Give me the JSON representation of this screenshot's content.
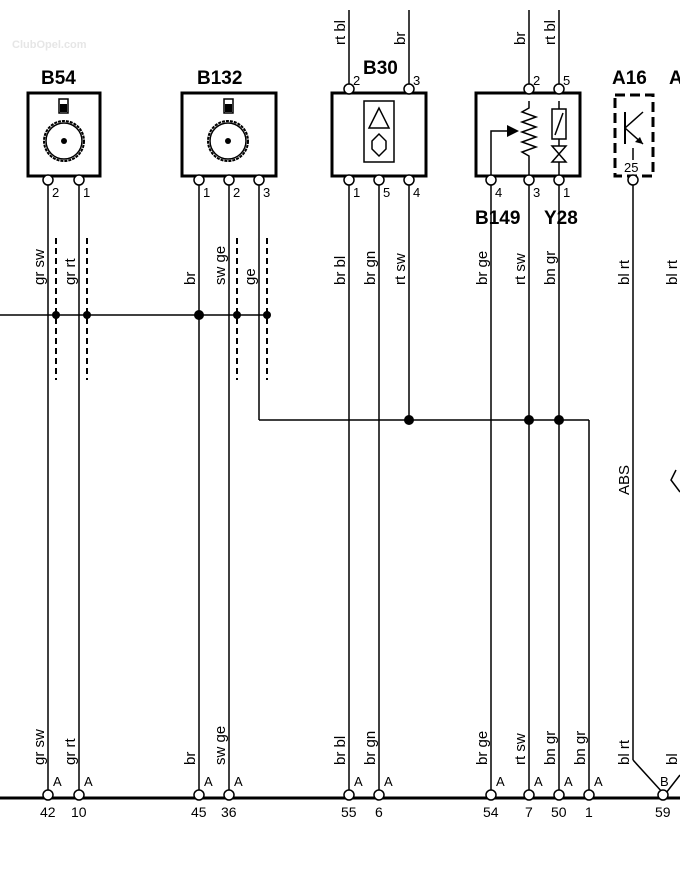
{
  "watermark": "ClubOpel.com",
  "components": {
    "b54": "B54",
    "b132": "B132",
    "b30": "B30",
    "a16": "A16",
    "a_cut": "A",
    "b149": "B149",
    "y28": "Y28"
  },
  "pins": {
    "b54": [
      "2",
      "1"
    ],
    "b132": [
      "1",
      "2",
      "3"
    ],
    "b30_top": [
      "2",
      "3"
    ],
    "b30_bottom": [
      "1",
      "5",
      "4"
    ],
    "b149y28_top": [
      "2",
      "5"
    ],
    "b149y28_bottom": [
      "4",
      "3",
      "1"
    ],
    "a16": "25"
  },
  "wire_colors_top": [
    "rt bl",
    "br",
    "br",
    "rt bl"
  ],
  "wire_colors_upper": [
    "gr sw",
    "gr rt",
    "br",
    "sw ge",
    "ge",
    "br bl",
    "br gn",
    "rt sw",
    "br ge",
    "rt sw",
    "bn gr",
    "bl rt",
    "bl rt"
  ],
  "abs_label": "ABS",
  "wire_colors_lower": [
    "gr sw",
    "gr rt",
    "br",
    "sw ge",
    "br bl",
    "br gn",
    "br ge",
    "rt sw",
    "bn gr",
    "bn gr",
    "bl rt",
    "bl"
  ],
  "connector_letters": [
    "A",
    "A",
    "A",
    "A",
    "A",
    "A",
    "A",
    "A",
    "A",
    "A",
    "B"
  ],
  "terminal_numbers": [
    "42",
    "10",
    "45",
    "36",
    "55",
    "6",
    "54",
    "7",
    "50",
    "1",
    "59"
  ]
}
